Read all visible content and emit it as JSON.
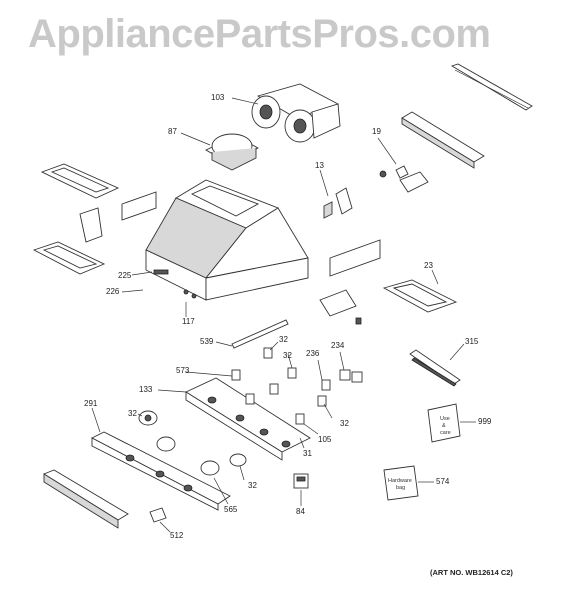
{
  "watermark": "AppliancePartsPros.com",
  "art_number": "(ART NO. WB12614 C2)",
  "callouts": {
    "c103": "103",
    "c87": "87",
    "c19": "19",
    "c13": "13",
    "c23": "23",
    "c225": "225",
    "c226": "226",
    "c117": "117",
    "c539": "539",
    "c32a": "32",
    "c32b": "32",
    "c32c": "32",
    "c32d": "32",
    "c32e": "32",
    "c236": "236",
    "c234": "234",
    "c315": "315",
    "c573": "573",
    "c133": "133",
    "c291": "291",
    "c105": "105",
    "c31": "31",
    "c999": "999",
    "c574": "574",
    "c565": "565",
    "c84": "84",
    "c512": "512"
  },
  "box_text": {
    "use_care": [
      "Use",
      "&",
      "care"
    ],
    "hardware_bag": [
      "Hardware",
      "bag"
    ]
  }
}
